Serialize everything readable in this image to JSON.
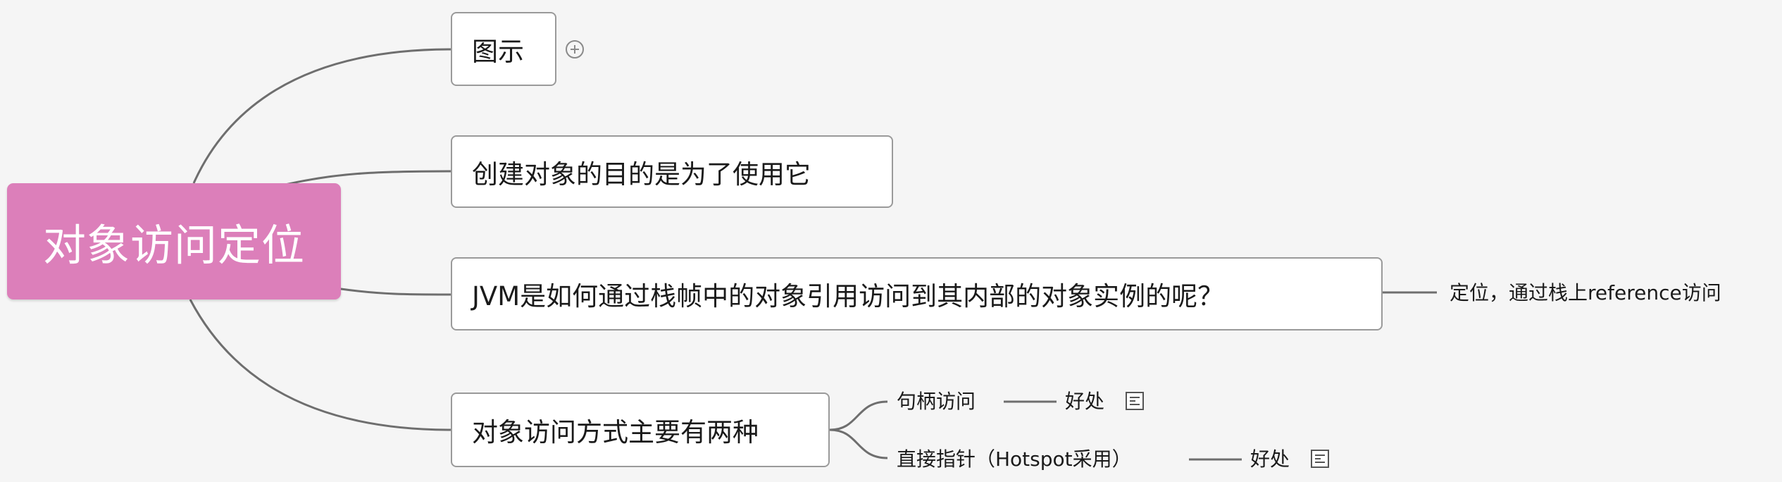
{
  "mindmap": {
    "central_topic": "对象访问定位",
    "branches": [
      {
        "label": "图示"
      },
      {
        "label": "创建对象的目的是为了使用它"
      },
      {
        "label": "JVM是如何通过栈帧中的对象引用访问到其内部的对象实例的呢？",
        "child": "定位，通过栈上reference访问"
      },
      {
        "label": "对象访问方式主要有两种",
        "children": [
          {
            "label": "句柄访问",
            "child": "好处"
          },
          {
            "label": "直接指针（Hotspot采用）",
            "child": "好处"
          }
        ]
      }
    ]
  },
  "icons": {
    "expand": "plus-circle-icon",
    "note": "note-icon"
  },
  "colors": {
    "central_fill": "#dc7fba",
    "central_text": "#ffffff",
    "background": "#f5f5f5",
    "node_border": "#9a9a9a",
    "connector": "#6e6e6e"
  }
}
